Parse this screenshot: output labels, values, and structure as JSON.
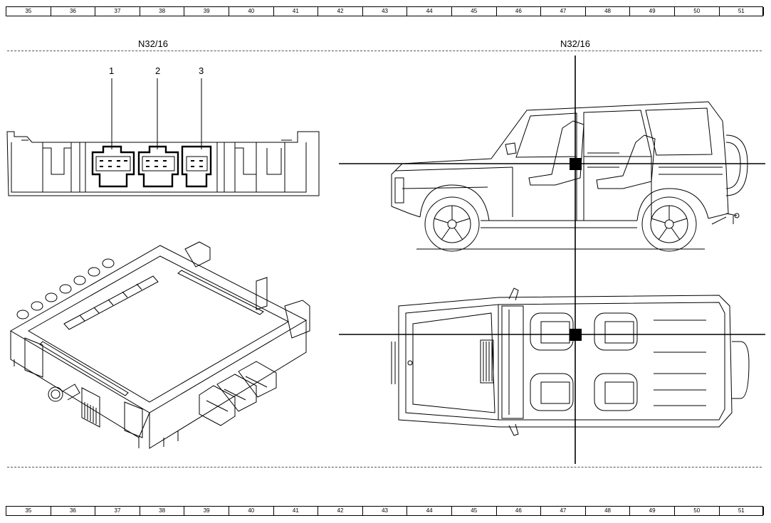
{
  "ruler": {
    "columns": [
      "35",
      "36",
      "37",
      "38",
      "39",
      "40",
      "41",
      "42",
      "43",
      "44",
      "45",
      "46",
      "47",
      "48",
      "49",
      "50",
      "51"
    ]
  },
  "labels": {
    "connector_view_label": "N32/16",
    "vehicle_view_label": "N32/16"
  },
  "pins": [
    "1",
    "2",
    "3"
  ],
  "colors": {
    "line": "#000000",
    "background": "#ffffff",
    "dash": "#555555"
  }
}
